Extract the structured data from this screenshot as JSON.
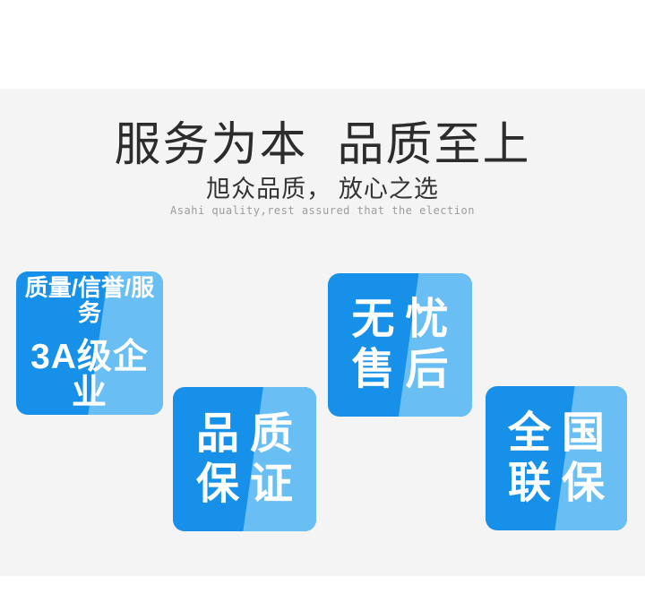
{
  "page": {
    "background": "#ffffff",
    "panel_background": "#f4f4f4"
  },
  "header": {
    "title": "服务为本  品质至上",
    "subtitle": "旭众品质， 放心之选",
    "subtitle_en": "Asahi quality,rest assured that the election"
  },
  "colors": {
    "badge_blue": "#1690e8",
    "badge_blue_light": "#69bef3",
    "title_color": "#2c2c2c",
    "subtitle_color": "#333333",
    "subtitle_en_color": "#9c9c9c",
    "badge_text_color": "#ffffff"
  },
  "badges": [
    {
      "id": "aaa-enterprise",
      "lines": [
        "质量/信誉/服务",
        "3A级企业"
      ]
    },
    {
      "id": "quality-guarantee",
      "lines": [
        "品质",
        "保证"
      ]
    },
    {
      "id": "worry-free-aftersales",
      "lines": [
        "无忧",
        "售后"
      ]
    },
    {
      "id": "nationwide-warranty",
      "lines": [
        "全国",
        "联保"
      ]
    }
  ]
}
